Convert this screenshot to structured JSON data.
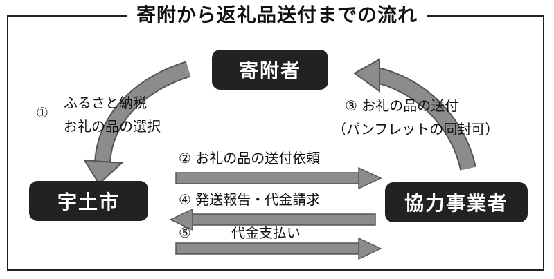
{
  "title": "寄附から返礼品送付までの流れ",
  "nodes": {
    "donor": "寄附者",
    "city": "宇土市",
    "partner": "協力事業者"
  },
  "steps": {
    "s1": {
      "num": "①",
      "line1": "ふるさと納税",
      "line2": "お礼の品の選択"
    },
    "s2": {
      "num": "②",
      "text": "お礼の品の送付依頼"
    },
    "s3": {
      "num": "③",
      "line1": "お礼の品の送付",
      "line2": "（パンフレットの同封可）"
    },
    "s4": {
      "num": "④",
      "text": "発送報告・代金請求"
    },
    "s5": {
      "num": "⑤",
      "text": "代金支払い"
    }
  },
  "colors": {
    "node_fill": "#222222",
    "arrow_fill": "#8c8c8c",
    "arrow_stroke": "#555555"
  }
}
